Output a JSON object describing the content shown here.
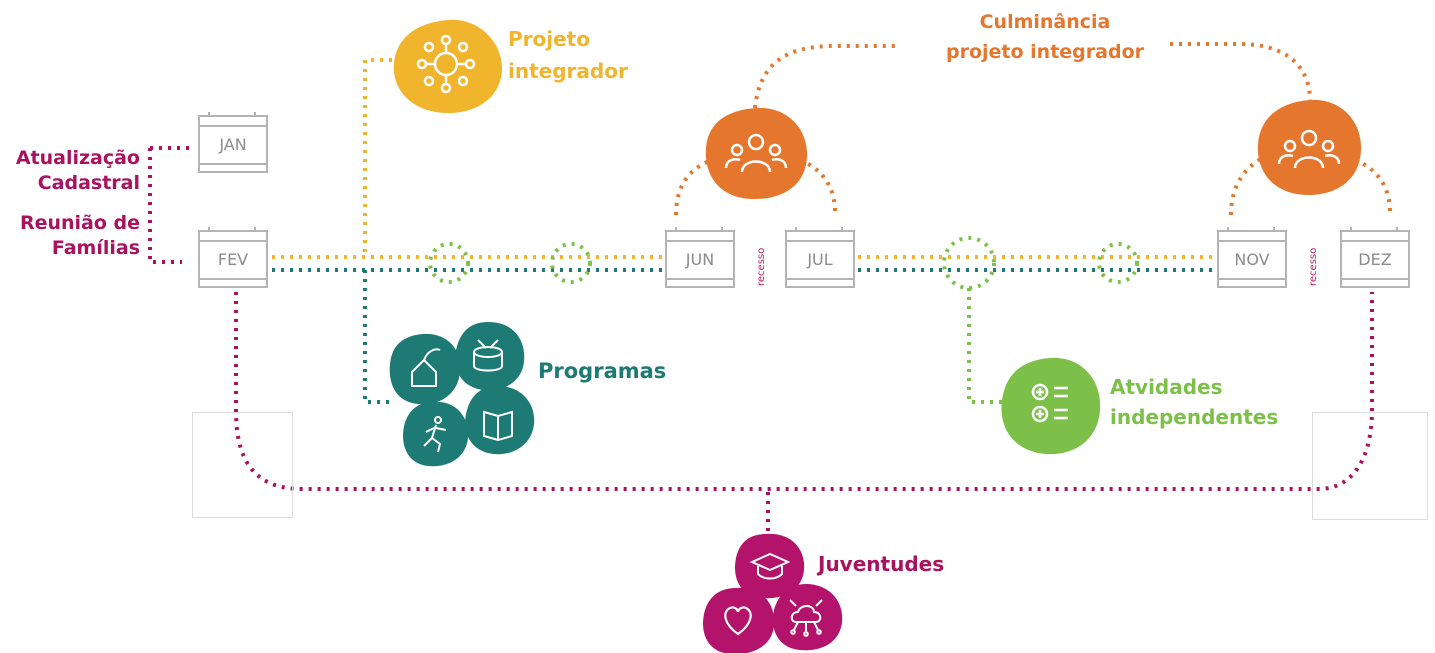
{
  "colors": {
    "magenta": "#a8125f",
    "yellow": "#f0b52d",
    "teal": "#1d7a74",
    "green": "#7cc04a",
    "orange": "#e4772d",
    "gray": "#b5b5b5"
  },
  "months": {
    "jan": "JAN",
    "fev": "FEV",
    "jun": "JUN",
    "jul": "JUL",
    "nov": "NOV",
    "dez": "DEZ"
  },
  "recess_label": "recesso",
  "labels": {
    "atualizacao_1": "Atualização",
    "atualizacao_2": "Cadastral",
    "reuniao_1": "Reunião de",
    "reuniao_2": "Famílias",
    "projeto_1": "Projeto",
    "projeto_2": "integrador",
    "culminancia_1": "Culminância",
    "culminancia_2": "projeto integrador",
    "programas": "Programas",
    "atividades_1": "Atvidades",
    "atividades_2": "independentes",
    "juventudes": "Juventudes"
  },
  "icons": {
    "projeto": "network-hub-icon",
    "culminancia_left": "group-people-icon",
    "culminancia_right": "group-people-icon",
    "programas": [
      "house-plant-icon",
      "drum-icon",
      "runner-icon",
      "book-icon"
    ],
    "atividades": "plus-list-icon",
    "juventudes": [
      "graduation-cap-icon",
      "heart-icon",
      "cloud-network-icon"
    ]
  }
}
